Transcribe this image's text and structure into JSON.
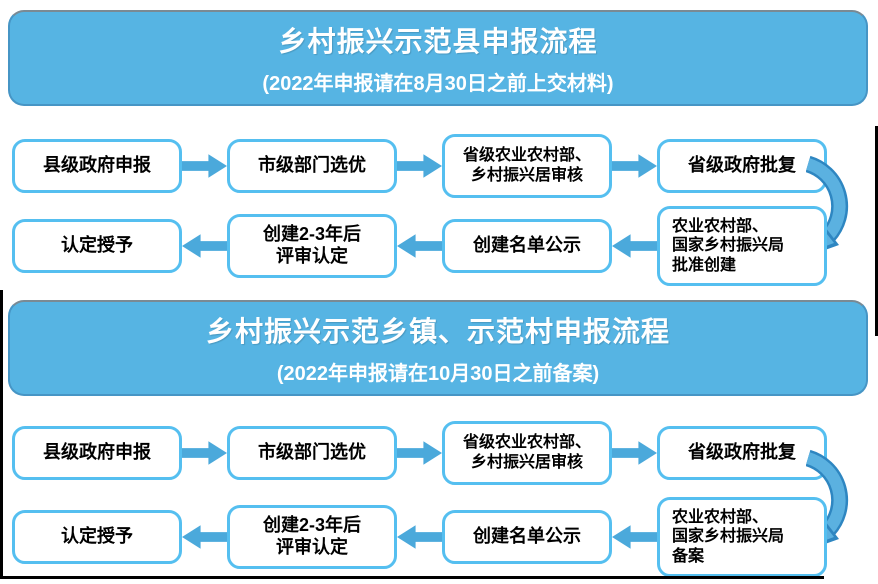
{
  "banner1": {
    "title": "乡村振兴示范县申报流程",
    "subtitle": "(2022年申报请在8月30日之前上交材料)"
  },
  "banner2": {
    "title": "乡村振兴示范乡镇、示范村申报流程",
    "subtitle": "(2022年申报请在10月30日之前备案)"
  },
  "flow1": {
    "steps_forward": [
      "县级政府申报",
      "市级部门选优",
      "省级农业农村部、\n乡村振兴居审核",
      "省级政府批复"
    ],
    "steps_return": [
      "农业农村部、\n国家乡村振兴局\n批准创建",
      "创建名单公示",
      "创建2-3年后\n评审认定",
      "认定授予"
    ]
  },
  "flow2": {
    "steps_forward": [
      "县级政府申报",
      "市级部门选优",
      "省级农业农村部、\n乡村振兴居审核",
      "省级政府批复"
    ],
    "steps_return": [
      "农业农村部、\n国家乡村振兴局\n备案",
      "创建名单公示",
      "创建2-3年后\n评审认定",
      "认定授予"
    ]
  },
  "icons": {
    "arrow_right": "arrow-right",
    "arrow_left": "arrow-left",
    "curved_arrow": "curved-arrow-down-left"
  },
  "colors": {
    "banner_bg": "#56B4E3",
    "banner_border": "#4695C5",
    "banner_text": "#FFFFFF",
    "box_border": "#55BFF0",
    "box_bg": "#FFFFFF",
    "box_text": "#000000",
    "arrow_fill": "#4BA9DB",
    "curve_outline": "#2E86C1",
    "curve_fill": "#5BB1E0",
    "frame": "#000000"
  }
}
